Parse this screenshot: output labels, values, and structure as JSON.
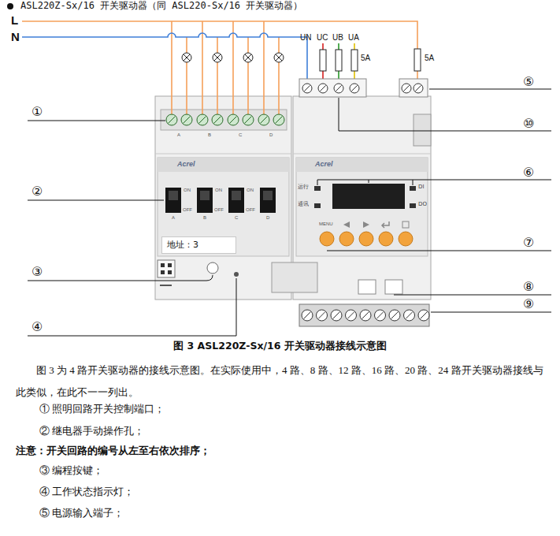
{
  "diagram": {
    "title": "ASL220Z-Sx/16 开关驱动器（同 ASL220-Sx/16 开关驱动器）",
    "caption": "图 3  ASL220Z-Sx/16 开关驱动器接线示意图",
    "nodes": [
      {
        "text": [
          "地址：3"
        ]
      }
    ],
    "labels": [
      "L",
      "N",
      "UN",
      "UC",
      "UB",
      "UA",
      "5A",
      "5A",
      "①",
      "⑤",
      "⑩",
      "A",
      "B",
      "C",
      "D",
      "Acrel",
      "Acrel",
      "⑥",
      "②",
      "运行",
      "通讯",
      "ON",
      "ON",
      "ON",
      "A",
      "OFF",
      "B",
      "OFF",
      "C",
      "OFF",
      "D",
      "DI",
      "DO",
      "MENU",
      "⑦",
      "③",
      "⑧",
      "⑨",
      "④",
      "图 3 为 4 路开关驱动器的接线示意图。在实际使用中，4 路、8 路、12 路、16 路、20 路、24 路开关驱动器接线与此类似，在此不一一列出。",
      "① 照明回路开关控制端口；",
      "② 继电器手动操作孔；",
      "注意：开关回路的编号从左至右依次排序；",
      "③ 编程按键；",
      "④ 工作状态指示灯；",
      "⑤ 电源输入端子；"
    ]
  }
}
